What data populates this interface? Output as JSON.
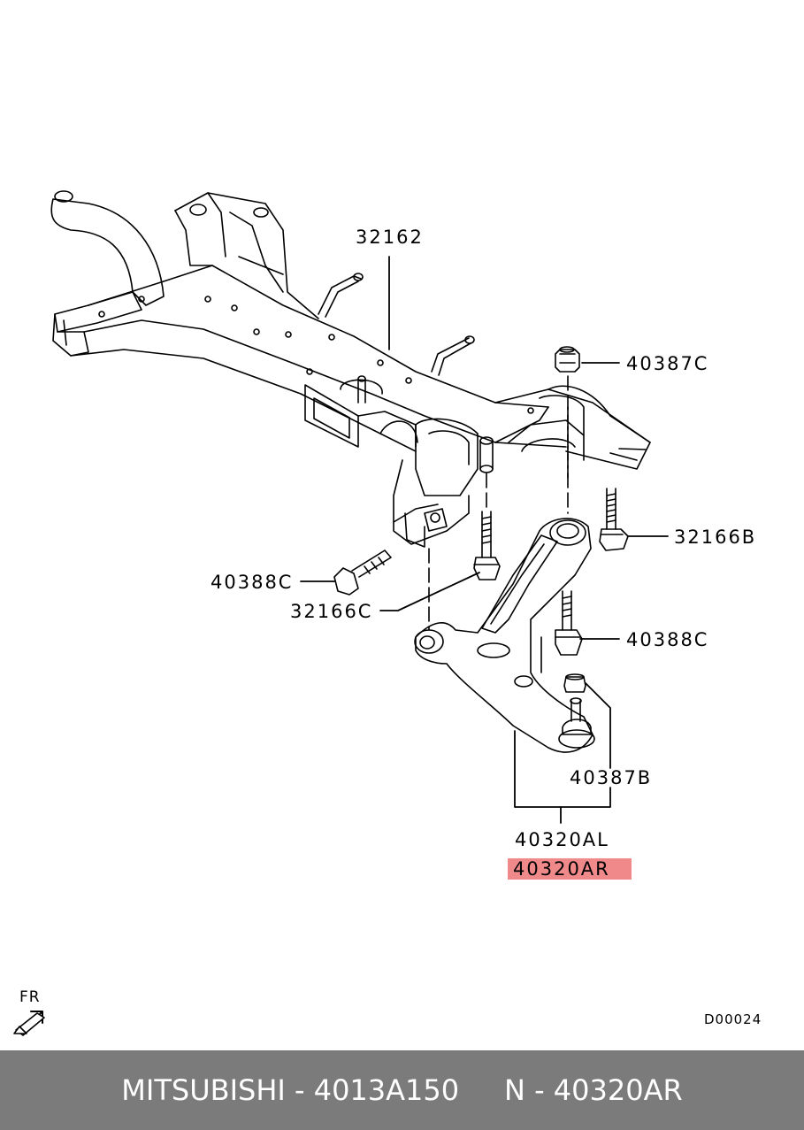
{
  "callouts": {
    "c32162": "32162",
    "c40387C": "40387C",
    "c32166B": "32166B",
    "c40388C_left": "40388C",
    "c32166C": "32166C",
    "c40388C_right": "40388C",
    "c40387B": "40387B",
    "c40320AL": "40320AL",
    "c40320AR": "40320AR"
  },
  "highlight_color": "#f08a8a",
  "direction_label": "FR",
  "diagram_code": "D00024",
  "footer": {
    "brand": "MITSUBISHI",
    "part_number": "4013A150",
    "ref_prefix": "N",
    "ref_number": "40320AR",
    "background": "#7b7b7b"
  }
}
